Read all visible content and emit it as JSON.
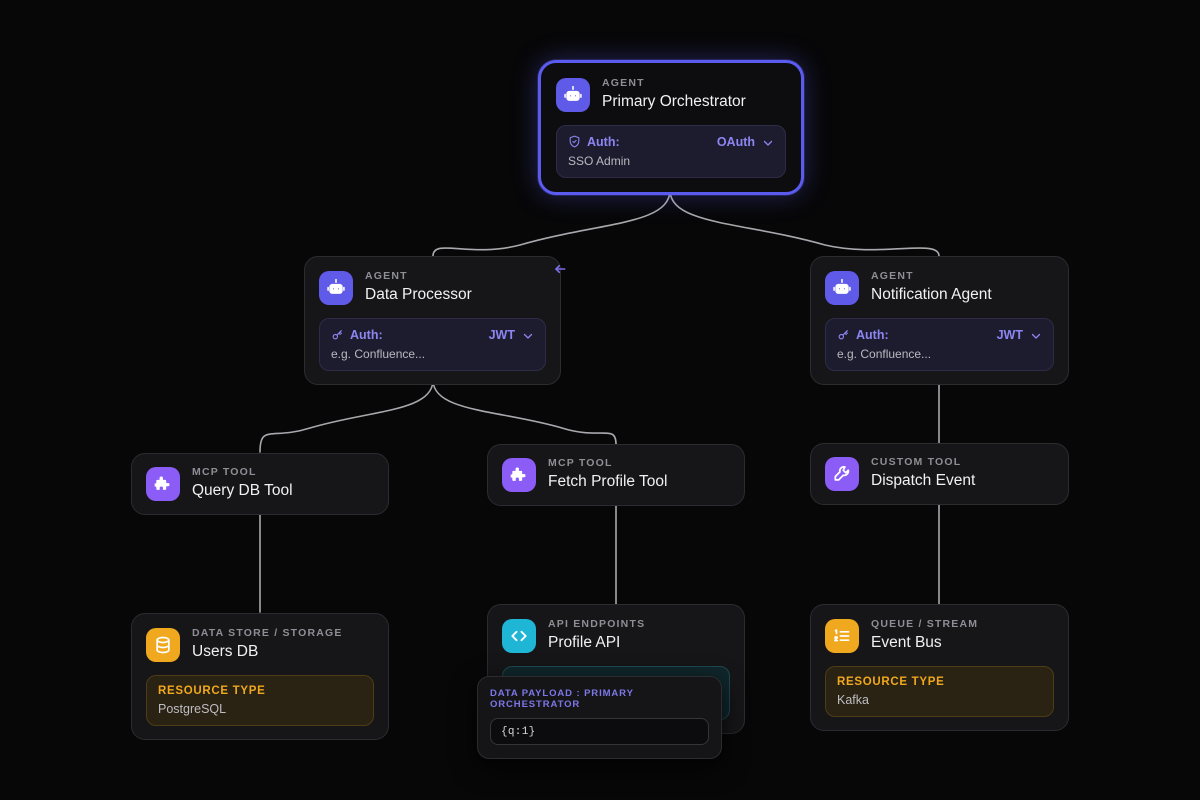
{
  "canvas": {
    "background": "#070708",
    "edge_color": "#a8a8ad"
  },
  "palette": {
    "agent_accent": "#5f5ae8",
    "primary_border": "#5b5bf0",
    "mcp_accent": "#8b5cf6",
    "store_accent": "#f0a81e",
    "api_accent": "#1fb6d6",
    "auth_text": "#8d86f2",
    "resource_text": "#f0a81e"
  },
  "nodes": {
    "primary_orchestrator": {
      "kicker": "AGENT",
      "title": "Primary Orchestrator",
      "icon": "robot-icon",
      "auth": {
        "icon": "shield-check-icon",
        "label": "Auth:",
        "value": "OAuth",
        "chevron": "chevron-down-icon",
        "secondary": "SSO Admin"
      }
    },
    "data_processor": {
      "kicker": "AGENT",
      "title": "Data Processor",
      "icon": "robot-icon",
      "corner_badge": "arrow-left-icon",
      "auth": {
        "icon": "key-icon",
        "label": "Auth:",
        "value": "JWT",
        "chevron": "chevron-down-icon",
        "secondary": "e.g. Confluence..."
      }
    },
    "notification_agent": {
      "kicker": "AGENT",
      "title": "Notification Agent",
      "icon": "robot-icon",
      "auth": {
        "icon": "key-icon",
        "label": "Auth:",
        "value": "JWT",
        "chevron": "chevron-down-icon",
        "secondary": "e.g. Confluence..."
      }
    },
    "query_db_tool": {
      "kicker": "MCP TOOL",
      "title": "Query DB Tool",
      "icon": "puzzle-icon"
    },
    "fetch_profile_tool": {
      "kicker": "MCP TOOL",
      "title": "Fetch Profile Tool",
      "icon": "puzzle-icon"
    },
    "dispatch_event": {
      "kicker": "CUSTOM TOOL",
      "title": "Dispatch Event",
      "icon": "wrench-icon"
    },
    "users_db": {
      "kicker": "DATA STORE / STORAGE",
      "title": "Users DB",
      "icon": "database-icon",
      "resource": {
        "label": "RESOURCE TYPE",
        "value": "PostgreSQL"
      }
    },
    "profile_api": {
      "kicker": "API ENDPOINTS",
      "title": "Profile API",
      "icon": "code-brackets-icon"
    },
    "event_bus": {
      "kicker": "QUEUE / STREAM",
      "title": "Event Bus",
      "icon": "ordered-list-icon",
      "resource": {
        "label": "RESOURCE TYPE",
        "value": "Kafka"
      }
    }
  },
  "payload_popup": {
    "title": "DATA PAYLOAD : PRIMARY ORCHESTRATOR",
    "value": "{q:1}"
  }
}
